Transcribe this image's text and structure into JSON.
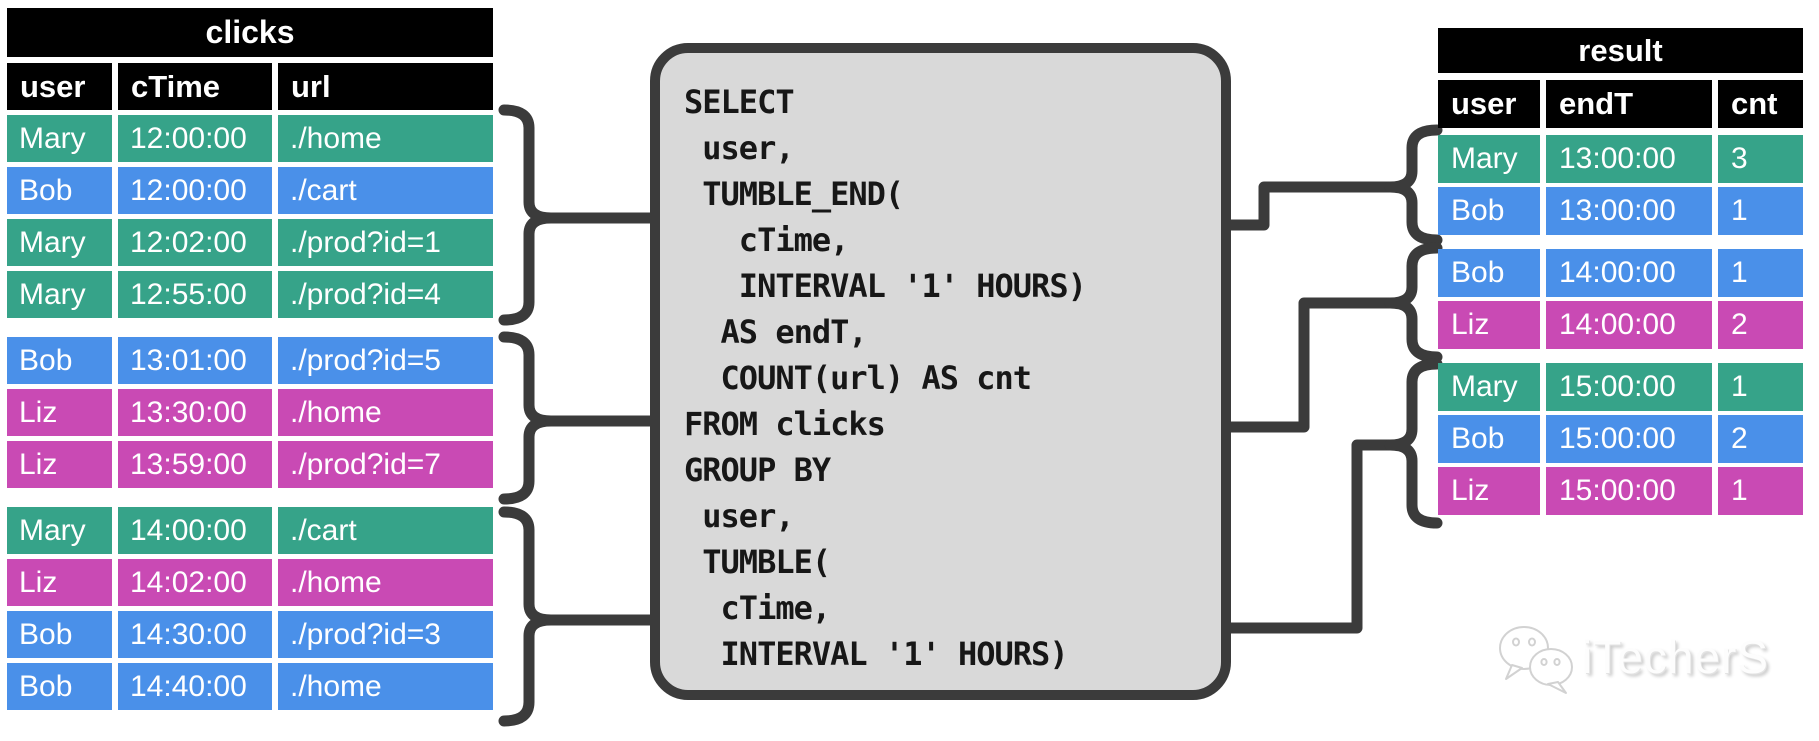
{
  "colors": {
    "mary_teal": "#36A389",
    "bob_blue": "#4A90E9",
    "liz_magenta": "#C94AB4",
    "header_black": "#000000",
    "connector_gray": "#3B3B3B",
    "sql_box_fill": "#D9D9D9",
    "cell_text": "#FFFFFF"
  },
  "clicks_table": {
    "title": "clicks",
    "columns": [
      "user",
      "cTime",
      "url"
    ],
    "groups": [
      {
        "rows": [
          {
            "user": "Mary",
            "cTime": "12:00:00",
            "url": "./home",
            "color": "mary_teal"
          },
          {
            "user": "Bob",
            "cTime": "12:00:00",
            "url": "./cart",
            "color": "bob_blue"
          },
          {
            "user": "Mary",
            "cTime": "12:02:00",
            "url": "./prod?id=1",
            "color": "mary_teal"
          },
          {
            "user": "Mary",
            "cTime": "12:55:00",
            "url": "./prod?id=4",
            "color": "mary_teal"
          }
        ]
      },
      {
        "rows": [
          {
            "user": "Bob",
            "cTime": "13:01:00",
            "url": "./prod?id=5",
            "color": "bob_blue"
          },
          {
            "user": "Liz",
            "cTime": "13:30:00",
            "url": "./home",
            "color": "liz_magenta"
          },
          {
            "user": "Liz",
            "cTime": "13:59:00",
            "url": "./prod?id=7",
            "color": "liz_magenta"
          }
        ]
      },
      {
        "rows": [
          {
            "user": "Mary",
            "cTime": "14:00:00",
            "url": "./cart",
            "color": "mary_teal"
          },
          {
            "user": "Liz",
            "cTime": "14:02:00",
            "url": "./home",
            "color": "liz_magenta"
          },
          {
            "user": "Bob",
            "cTime": "14:30:00",
            "url": "./prod?id=3",
            "color": "bob_blue"
          },
          {
            "user": "Bob",
            "cTime": "14:40:00",
            "url": "./home",
            "color": "bob_blue"
          }
        ]
      }
    ]
  },
  "sql_query": {
    "lines": [
      "SELECT",
      " user,",
      " TUMBLE_END(",
      "   cTime,",
      "   INTERVAL '1' HOURS)",
      "  AS endT,",
      "  COUNT(url) AS cnt",
      "FROM clicks",
      "GROUP BY",
      " user,",
      " TUMBLE(",
      "  cTime,",
      "  INTERVAL '1' HOURS)"
    ]
  },
  "result_table": {
    "title": "result",
    "columns": [
      "user",
      "endT",
      "cnt"
    ],
    "groups": [
      {
        "rows": [
          {
            "user": "Mary",
            "endT": "13:00:00",
            "cnt": "3",
            "color": "mary_teal"
          },
          {
            "user": "Bob",
            "endT": "13:00:00",
            "cnt": "1",
            "color": "bob_blue"
          }
        ]
      },
      {
        "rows": [
          {
            "user": "Bob",
            "endT": "14:00:00",
            "cnt": "1",
            "color": "bob_blue"
          },
          {
            "user": "Liz",
            "endT": "14:00:00",
            "cnt": "2",
            "color": "liz_magenta"
          }
        ]
      },
      {
        "rows": [
          {
            "user": "Mary",
            "endT": "15:00:00",
            "cnt": "1",
            "color": "mary_teal"
          },
          {
            "user": "Bob",
            "endT": "15:00:00",
            "cnt": "2",
            "color": "bob_blue"
          },
          {
            "user": "Liz",
            "endT": "15:00:00",
            "cnt": "1",
            "color": "liz_magenta"
          }
        ]
      }
    ]
  },
  "watermark": {
    "text": "iTecherS"
  }
}
